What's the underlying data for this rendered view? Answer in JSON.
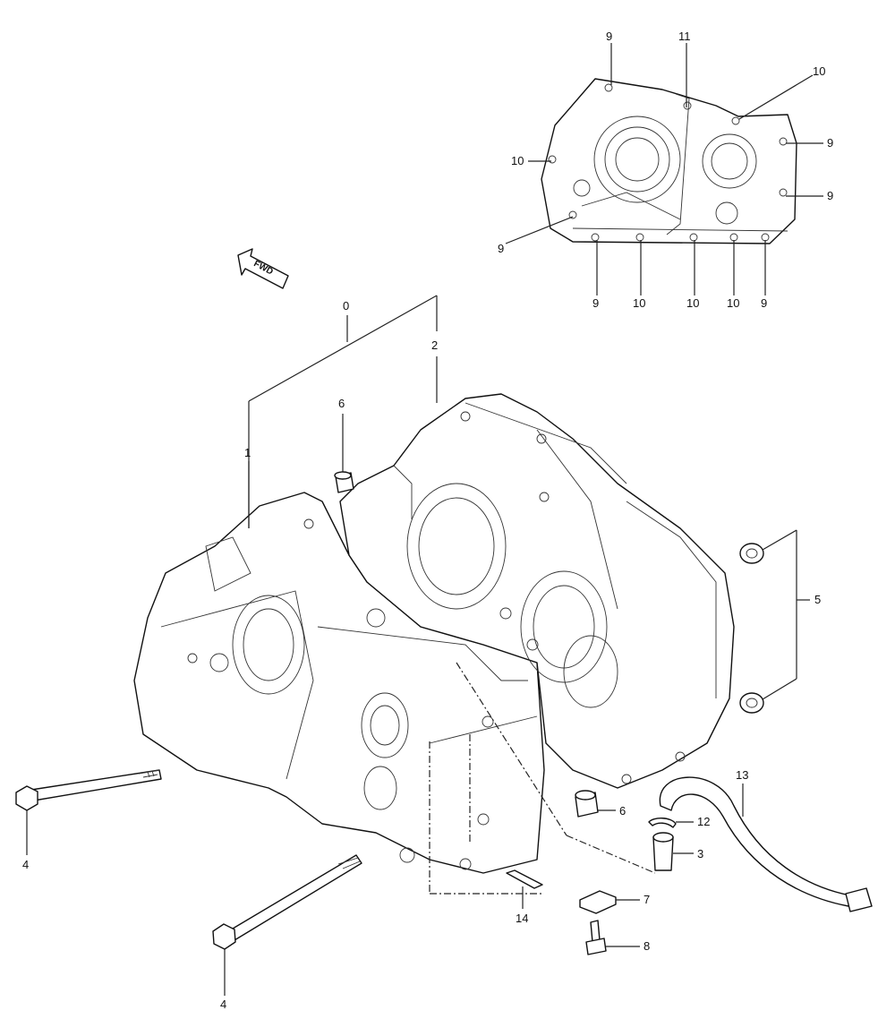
{
  "diagram": {
    "fwd_label": "FWD",
    "callouts_main": [
      "0",
      "1",
      "2",
      "6",
      "5",
      "6",
      "13",
      "12",
      "3",
      "7",
      "8",
      "14",
      "4",
      "4"
    ],
    "callouts_inset": [
      "9",
      "11",
      "10",
      "10",
      "9",
      "9",
      "9",
      "9",
      "10",
      "10",
      "10",
      "9"
    ]
  }
}
